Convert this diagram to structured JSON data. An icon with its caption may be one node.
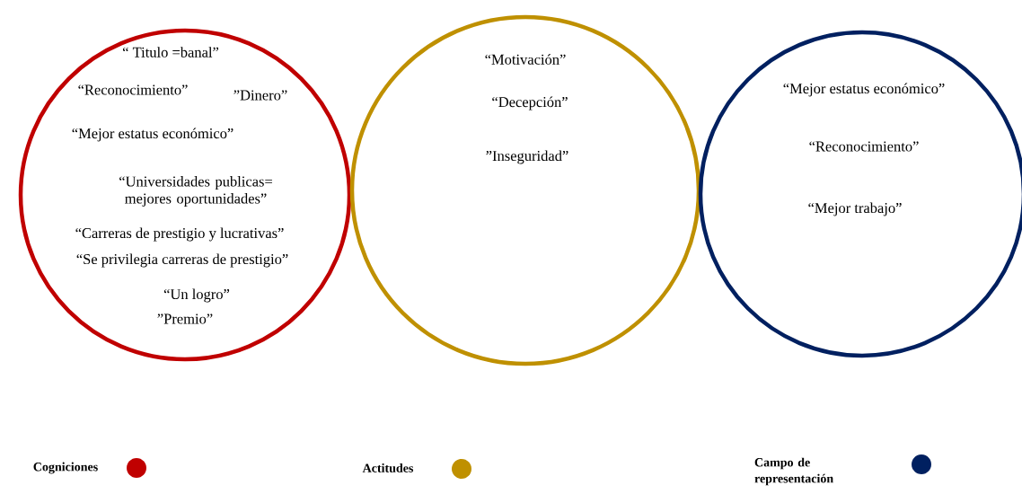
{
  "diagram": {
    "nodes": [
      {
        "text": [
          "“ Titulo =banal”",
          "“Reconocimiento”",
          "”Dinero”",
          "“Mejor estatus económico”",
          "“Universidades publicas= mejores oportunidades”",
          "“Carreras de prestigio y lucrativas”",
          "“Se privilegia carreras de prestigio”",
          "“Un logro”",
          "”Premio”"
        ]
      },
      {
        "text": [
          "“Motivación”",
          "“Decepción”",
          "”Inseguridad”"
        ]
      },
      {
        "text": [
          "“Mejor estatus económico”",
          "“Reconocimiento”",
          "“Mejor trabajo”"
        ]
      }
    ],
    "legend": [
      {
        "text": "Cogniciones",
        "color": "#c00000"
      },
      {
        "text": "Actitudes",
        "color": "#bf9000"
      },
      {
        "text": "Campo de representación",
        "color": "#002060"
      }
    ]
  }
}
